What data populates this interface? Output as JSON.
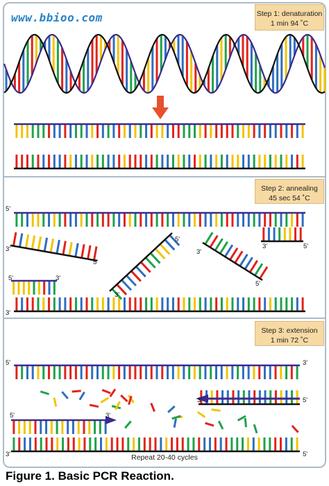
{
  "watermark": "www.bbioo.com",
  "steps": [
    {
      "line1": "Step 1: denaturation",
      "line2": "1 min 94 ˚C"
    },
    {
      "line1": "Step 2: annealing",
      "line2": "45 sec 54 ˚C"
    },
    {
      "line1": "Step 3: extension",
      "line2": "1 min 72 ˚C"
    }
  ],
  "labels": {
    "five_prime": "5'",
    "three_prime": "3'"
  },
  "repeat_text": "Repeat 20-40 cycles",
  "caption": "Figure 1. Basic PCR Reaction.",
  "colors": {
    "base_red": "#e2231a",
    "base_blue": "#2f6ebf",
    "base_green": "#1fa24a",
    "base_yellow": "#f2c400",
    "backbone_purple": "#3b2a8f",
    "backbone_black": "#111111",
    "arrow_red": "#e8502f",
    "panel_border": "#a9bcc7",
    "step_box": "#f6d9a3"
  }
}
